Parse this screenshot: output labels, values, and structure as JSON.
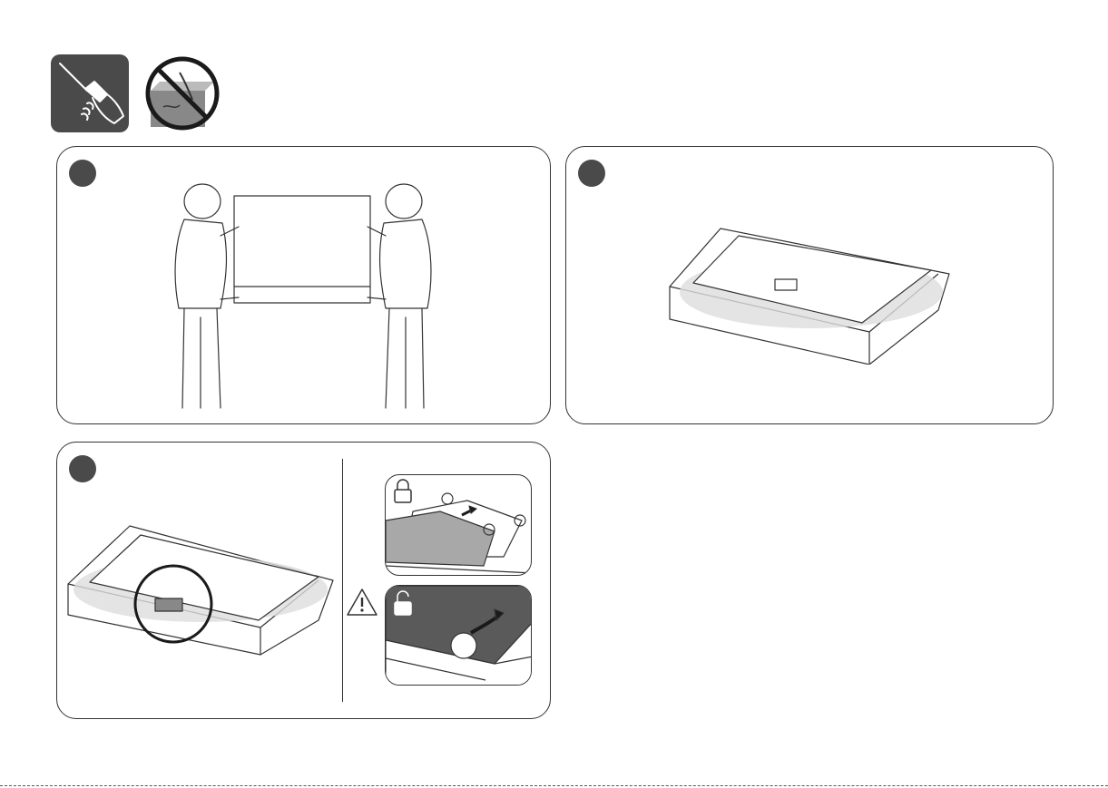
{
  "page": {
    "background": "#ffffff",
    "line_color": "#333333",
    "fill_dark": "#4a4a4a",
    "fill_gray": "#a8a8a8"
  },
  "header_icons": [
    {
      "icon": "screwdriver-icon"
    },
    {
      "icon": "no-scratch-surface-icon"
    }
  ],
  "steps": [
    {
      "number": "",
      "illustration": "two-people-carrying-tv"
    },
    {
      "number": "",
      "illustration": "tv-face-down-on-cushion"
    },
    {
      "number": "",
      "illustration": "tv-back-stand-detail"
    }
  ],
  "detail_icons": [
    "lock-closed-icon",
    "warning-icon",
    "lock-open-icon"
  ]
}
